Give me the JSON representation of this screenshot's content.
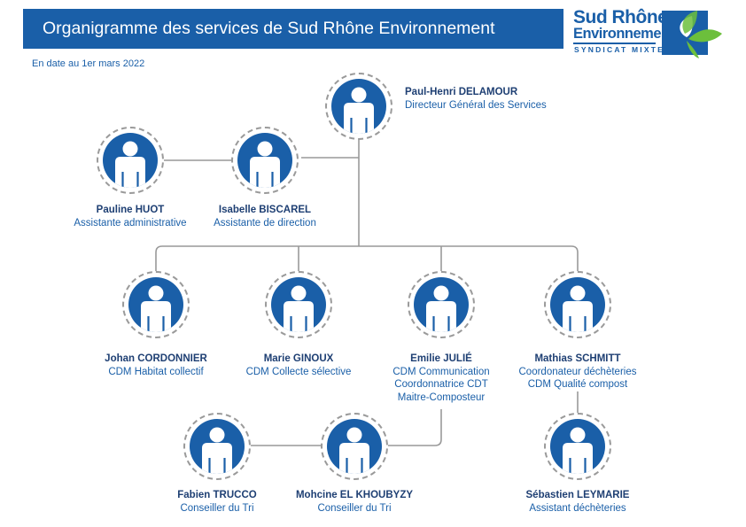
{
  "header": {
    "title": "Organigramme des services de Sud Rhône Environnement",
    "date": "En date au 1er mars 2022"
  },
  "logo": {
    "line1": "Sud Rhône",
    "line2": "Environnement",
    "line3": "SYNDICAT MIXTE"
  },
  "colors": {
    "primary_blue": "#1a5fa8",
    "name_blue": "#1e3f73",
    "connector_gray": "#999999",
    "logo_green": "#6cbf3c"
  },
  "people": [
    {
      "id": "delamour",
      "name": "Paul-Henri DELAMOUR",
      "roles": [
        "Directeur Général des Services"
      ]
    },
    {
      "id": "huot",
      "name": "Pauline HUOT",
      "roles": [
        "Assistante administrative"
      ]
    },
    {
      "id": "biscarel",
      "name": "Isabelle BISCAREL",
      "roles": [
        "Assistante de direction"
      ]
    },
    {
      "id": "cordonnier",
      "name": "Johan CORDONNIER",
      "roles": [
        "CDM Habitat collectif"
      ]
    },
    {
      "id": "ginoux",
      "name": "Marie GINOUX",
      "roles": [
        "CDM Collecte sélective"
      ]
    },
    {
      "id": "julie",
      "name": "Emilie JULIÉ",
      "roles": [
        "CDM Communication",
        "Coordonnatrice CDT",
        "Maitre-Composteur"
      ]
    },
    {
      "id": "schmitt",
      "name": "Mathias SCHMITT",
      "roles": [
        "Coordonateur déchèteries",
        "CDM Qualité compost"
      ]
    },
    {
      "id": "trucco",
      "name": "Fabien TRUCCO",
      "roles": [
        "Conseiller du Tri"
      ]
    },
    {
      "id": "khoubyzy",
      "name": "Mohcine EL KHOUBYZY",
      "roles": [
        "Conseiller du Tri"
      ]
    },
    {
      "id": "leymarie",
      "name": "Sébastien LEYMARIE",
      "roles": [
        "Assistant déchèteries"
      ]
    }
  ]
}
